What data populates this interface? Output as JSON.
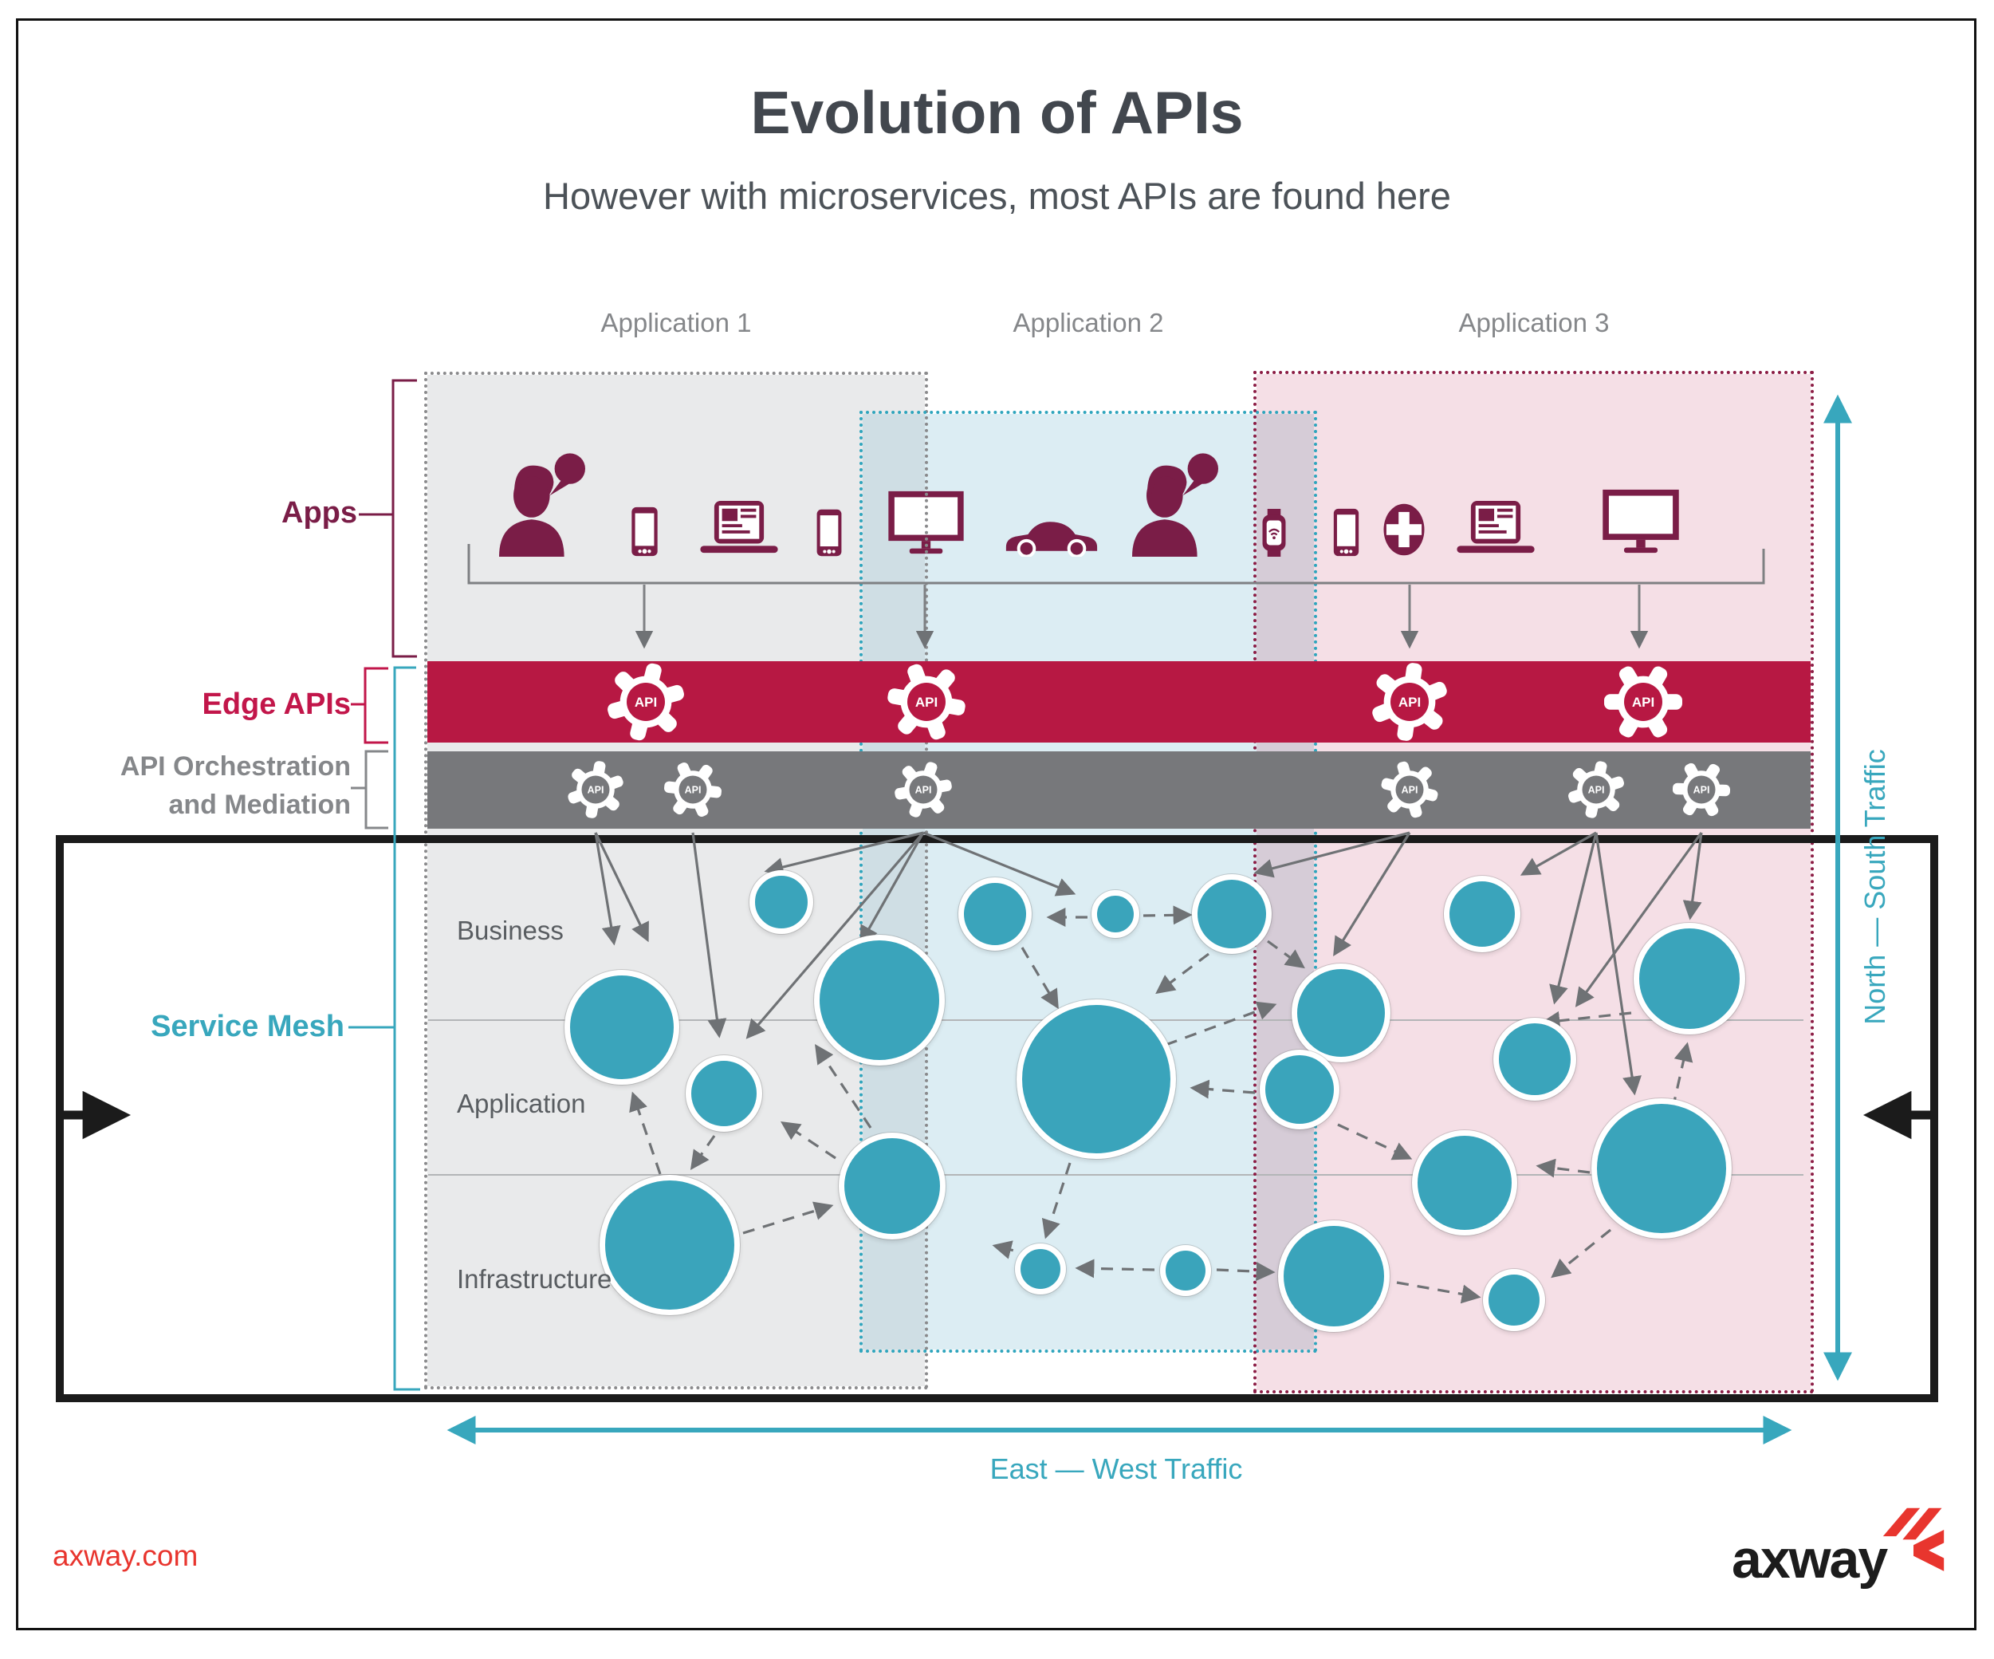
{
  "header": {
    "title": "Evolution of APIs",
    "subtitle": "However with microservices, most APIs are found here"
  },
  "applications": [
    "Application 1",
    "Application 2",
    "Application 3"
  ],
  "row_labels": {
    "apps": "Apps",
    "edge_apis": "Edge APIs",
    "orchestration": "API Orchestration and Mediation",
    "service_mesh": "Service Mesh"
  },
  "bars": {
    "api_label": "API"
  },
  "mesh_tiers": [
    "Business",
    "Application",
    "Infrastructure"
  ],
  "traffic": {
    "north_south": "North — South Traffic",
    "east_west": "East — West Traffic"
  },
  "footer": {
    "website": "axway.com",
    "brand": "axway"
  },
  "colors": {
    "crimson_bar": "#b71843",
    "gray_bar": "#77787b",
    "maroon_icons": "#7a1d47",
    "teal_accent": "#38a7bd",
    "service_node": "#3aa4bb",
    "axway_red": "#e8352e",
    "app1_fill": "#e9eaeb",
    "app2_fill": "#dcedf3",
    "app3_fill": "#f5dfe6"
  }
}
